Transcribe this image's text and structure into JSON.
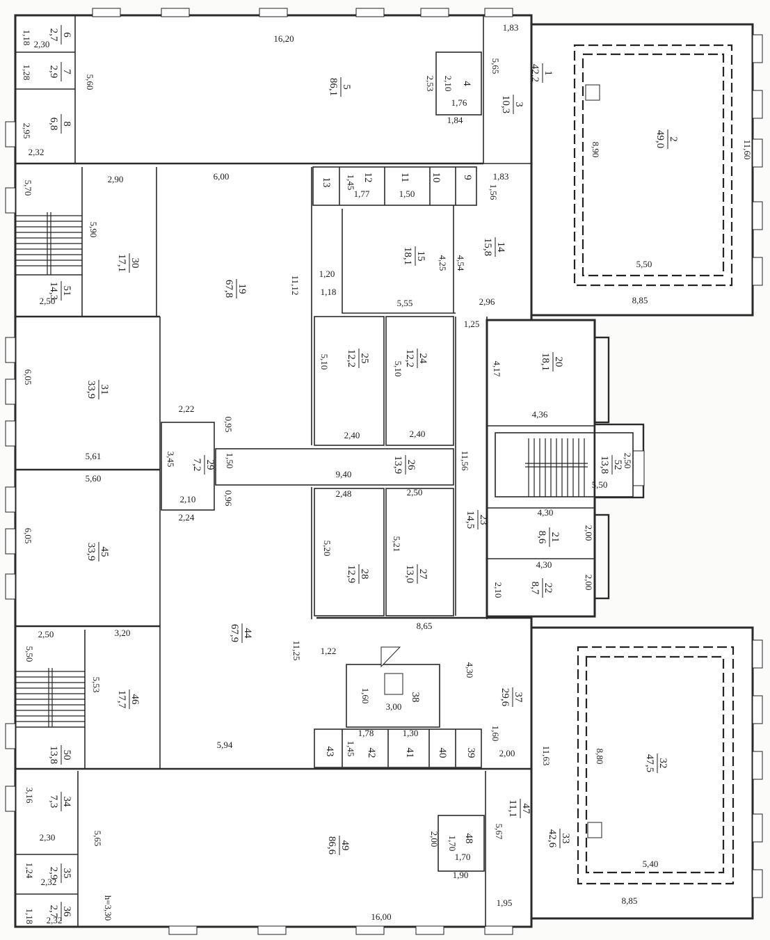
{
  "rooms": [
    {
      "no": "1",
      "area": "42,2"
    },
    {
      "no": "2",
      "area": "49,0"
    },
    {
      "no": "3",
      "area": "10,3"
    },
    {
      "no": "4",
      "area": ""
    },
    {
      "no": "5",
      "area": "86,1"
    },
    {
      "no": "6",
      "area": "2,7"
    },
    {
      "no": "7",
      "area": "2,9"
    },
    {
      "no": "8",
      "area": "6,8"
    },
    {
      "no": "9",
      "area": ""
    },
    {
      "no": "10",
      "area": ""
    },
    {
      "no": "11",
      "area": ""
    },
    {
      "no": "12",
      "area": ""
    },
    {
      "no": "13",
      "area": ""
    },
    {
      "no": "14",
      "area": "15,8"
    },
    {
      "no": "15",
      "area": "18,1"
    },
    {
      "no": "19",
      "area": "67,8"
    },
    {
      "no": "20",
      "area": "18,1"
    },
    {
      "no": "21",
      "area": "8,6"
    },
    {
      "no": "22",
      "area": "8,7"
    },
    {
      "no": "23",
      "area": "14,5"
    },
    {
      "no": "24",
      "area": "12,2"
    },
    {
      "no": "25",
      "area": "12,2"
    },
    {
      "no": "26",
      "area": "13,9"
    },
    {
      "no": "27",
      "area": "13,0"
    },
    {
      "no": "28",
      "area": "12,9"
    },
    {
      "no": "29",
      "area": "7,2"
    },
    {
      "no": "30",
      "area": "17,1"
    },
    {
      "no": "31",
      "area": "33,9"
    },
    {
      "no": "32",
      "area": "47,5"
    },
    {
      "no": "33",
      "area": "42,6"
    },
    {
      "no": "34",
      "area": "7,3"
    },
    {
      "no": "35",
      "area": "2,9"
    },
    {
      "no": "36",
      "area": "2,7"
    },
    {
      "no": "37",
      "area": "29,6"
    },
    {
      "no": "38",
      "area": ""
    },
    {
      "no": "39",
      "area": ""
    },
    {
      "no": "40",
      "area": ""
    },
    {
      "no": "41",
      "area": ""
    },
    {
      "no": "42",
      "area": ""
    },
    {
      "no": "43",
      "area": ""
    },
    {
      "no": "44",
      "area": "67,9"
    },
    {
      "no": "45",
      "area": "33,9"
    },
    {
      "no": "46",
      "area": "17,7"
    },
    {
      "no": "47",
      "area": "11,1"
    },
    {
      "no": "48",
      "area": ""
    },
    {
      "no": "49",
      "area": "86,6"
    },
    {
      "no": "50",
      "area": "13,8"
    },
    {
      "no": "51",
      "area": "14,3"
    },
    {
      "no": "52",
      "area": "13,8"
    }
  ],
  "dimensions": [
    "16,20",
    "1,83",
    "5,65",
    "42,2",
    "10,3",
    "2,10",
    "2,53",
    "1,76",
    "1,84",
    "5,60",
    "2,30",
    "1,18",
    "1,28",
    "2,95",
    "2,32",
    "8,90",
    "11,60",
    "5,50",
    "8,85",
    "2,90",
    "6,00",
    "5,70",
    "5,90",
    "2,50",
    "1,45",
    "1,77",
    "1,50",
    "1,83",
    "1,56",
    "4,25",
    "4,54",
    "1,20",
    "1,18",
    "11,12",
    "5,55",
    "2,96",
    "1,25",
    "5,10",
    "5,10",
    "2,40",
    "2,40",
    "4,17",
    "4,36",
    "6,05",
    "5,61",
    "2,22",
    "0,95",
    "3,45",
    "1,50",
    "9,40",
    "2,10",
    "0,96",
    "2,24",
    "5,60",
    "2,48",
    "2,50",
    "11,56",
    "2,50",
    "5,50",
    "4,30",
    "2,00",
    "4,30",
    "2,00",
    "2,10",
    "5,20",
    "5,21",
    "6,05",
    "8,65",
    "2,50",
    "3,20",
    "5,50",
    "5,53",
    "11,25",
    "1,22",
    "4,30",
    "1,60",
    "3,00",
    "1,78",
    "1,30",
    "1,45",
    "1,60",
    "2,00",
    "11,63",
    "8,80",
    "5,94",
    "3,16",
    "2,30",
    "5,65",
    "2,00",
    "1,70",
    "1,70",
    "1,90",
    "5,67",
    "5,40",
    "8,85",
    "1,24",
    "2,32",
    "1,18",
    "2,32",
    "16,00",
    "1,95",
    "h=3,30"
  ]
}
